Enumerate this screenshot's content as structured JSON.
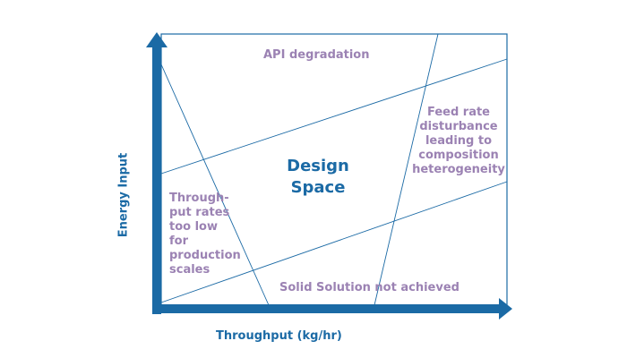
{
  "axes": {
    "x_label": "Throughput (kg/hr)",
    "y_label": "Energy Input"
  },
  "regions": {
    "center": "Design\nSpace",
    "top": "API degradation",
    "right": "Feed rate\ndisturbance\nleading to\ncomposition\nheterogeneity",
    "left": "Through-\nput rates\ntoo low\nfor\nproduction\nscales",
    "bottom": "Solid Solution not achieved"
  },
  "colors": {
    "axis": "#1b6aa5",
    "boundary_lines": "#1b6aa5",
    "region_text": "#9b82b3",
    "design_space_text": "#1b6aa5"
  }
}
